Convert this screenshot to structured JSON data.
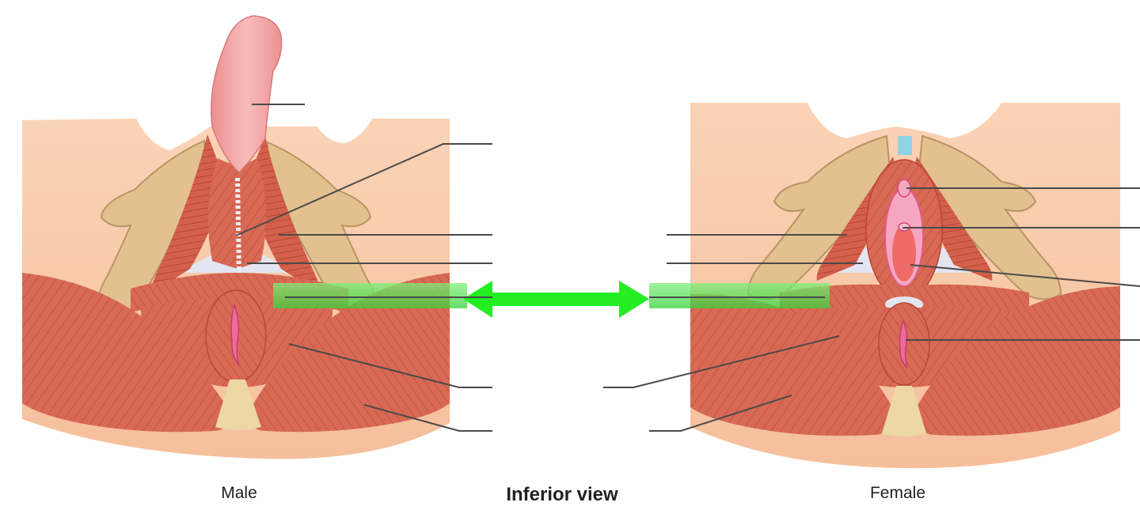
{
  "captions": {
    "male": "Male",
    "view": "Inferior view",
    "female": "Female"
  },
  "colors": {
    "skin": "#f9c9a8",
    "skin_edge": "#efb48e",
    "muscle": "#d86a55",
    "muscle_dark": "#b94535",
    "muscle_light": "#e98a72",
    "bone": "#e2c18f",
    "bone_dark": "#b89463",
    "penis": "#f4a8a8",
    "mucosa": "#f06b9a",
    "fascia": "#e3e6f0",
    "leader": "#4a4a4a",
    "arrow": "#22ee22",
    "clitoris": "#8ed3e6"
  }
}
